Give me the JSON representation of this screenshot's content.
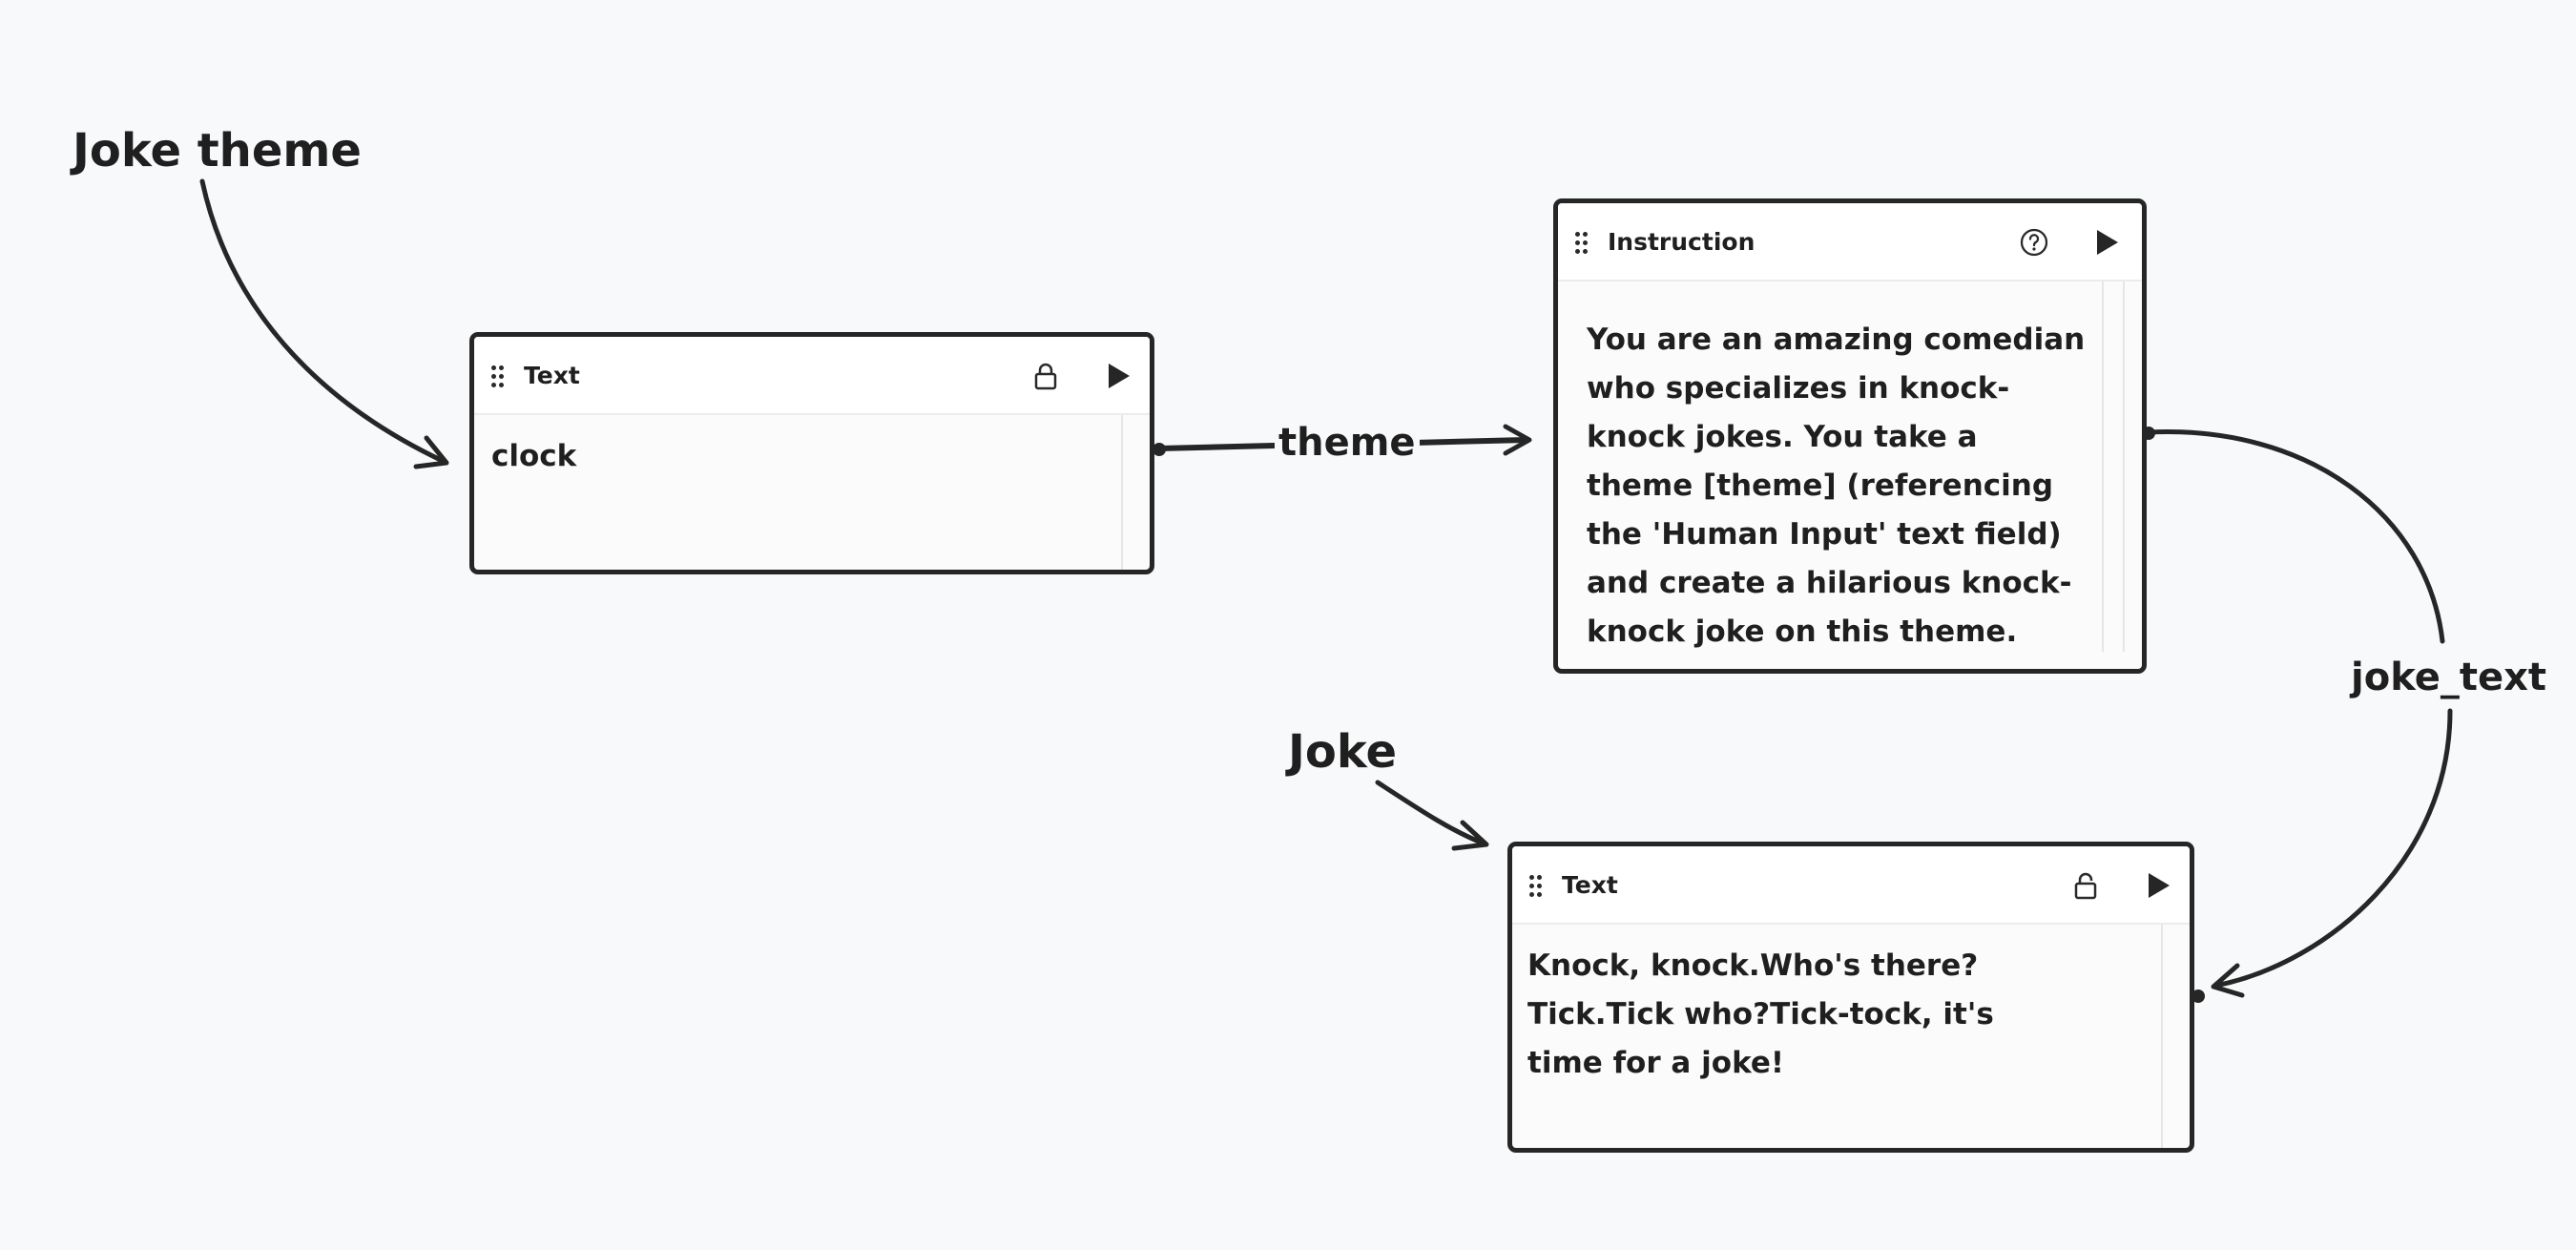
{
  "annotations": {
    "joke_theme": "Joke theme",
    "joke": "Joke"
  },
  "nodes": {
    "text_theme": {
      "title": "Text",
      "content": "clock",
      "lock_icon": "lock-closed-icon",
      "run_icon": "play-icon"
    },
    "instruction": {
      "title": "Instruction",
      "content": "You are an amazing comedian who specializes in knock-knock jokes. You take a theme [theme] (referencing the 'Human Input' text field) and create a hilarious knock-knock joke on this theme.",
      "help_icon": "question-circle-icon",
      "run_icon": "play-icon"
    },
    "text_joke": {
      "title": "Text",
      "content": "Knock, knock.Who's there?Tick.Tick who?Tick-tock, it's time for a joke!",
      "lock_icon": "lock-open-icon",
      "run_icon": "play-icon"
    }
  },
  "edges": {
    "theme": "theme",
    "joke_text": "joke_text"
  },
  "colors": {
    "background": "#f8f9fa",
    "stroke": "#262626",
    "node_fill": "#fbfbfb"
  }
}
